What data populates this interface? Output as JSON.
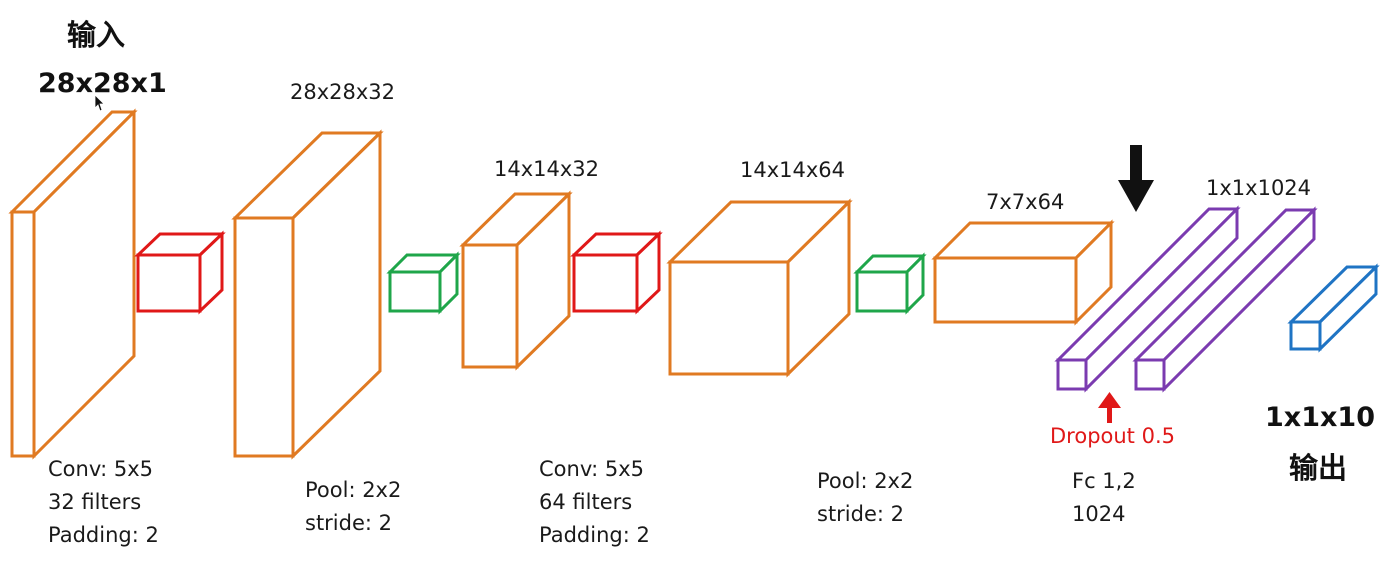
{
  "colors": {
    "feature_map": "#E07A22",
    "conv": "#E01818",
    "pool": "#1FA64A",
    "fc": "#7B3BB0",
    "output": "#1F74C4",
    "dropout": "#E01818",
    "arrow": "#111111"
  },
  "input": {
    "title": "输入",
    "shape": "28x28x1"
  },
  "layers": {
    "conv1_out": "28x28x32",
    "pool1_out": "14x14x32",
    "conv2_out": "14x14x64",
    "pool2_out": "7x7x64",
    "fc_out": "1x1x1024"
  },
  "output": {
    "shape": "1x1x10",
    "title": "输出"
  },
  "ops": {
    "conv1": [
      "Conv: 5x5",
      "32 filters",
      "Padding: 2"
    ],
    "pool1": [
      "Pool: 2x2",
      "stride: 2"
    ],
    "conv2": [
      "Conv: 5x5",
      "64 filters",
      "Padding: 2"
    ],
    "pool2": [
      "Pool: 2x2",
      "stride: 2"
    ],
    "fc": [
      "Fc 1,2",
      "1024"
    ]
  },
  "dropout": "Dropout 0.5",
  "icons": {
    "pointer": "cursor-icon",
    "down_arrow": "down-arrow-icon",
    "up_arrow": "up-arrow-icon"
  }
}
